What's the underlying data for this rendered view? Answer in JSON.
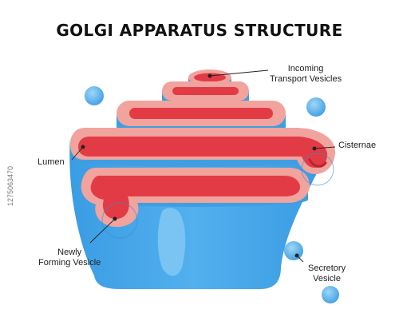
{
  "title": "GOLGI APPARATUS STRUCTURE",
  "labels": {
    "incoming": [
      "Incoming",
      "Transport Vesicles"
    ],
    "cisternae": "Cisternae",
    "lumen": "Lumen",
    "newly_forming": [
      "Newly",
      "Forming Vesicle"
    ],
    "secretory": [
      "Secretory",
      "Vesicle"
    ]
  },
  "watermark": "1275063470",
  "colors": {
    "membrane_blue": "#4aa6e6",
    "membrane_blue_dark": "#2f8fd6",
    "cisterna_outer": "#f1a39e",
    "lumen_red": "#e33b45",
    "lumen_dark": "#b8252f",
    "vesicle_light": "#7ec6f3"
  }
}
